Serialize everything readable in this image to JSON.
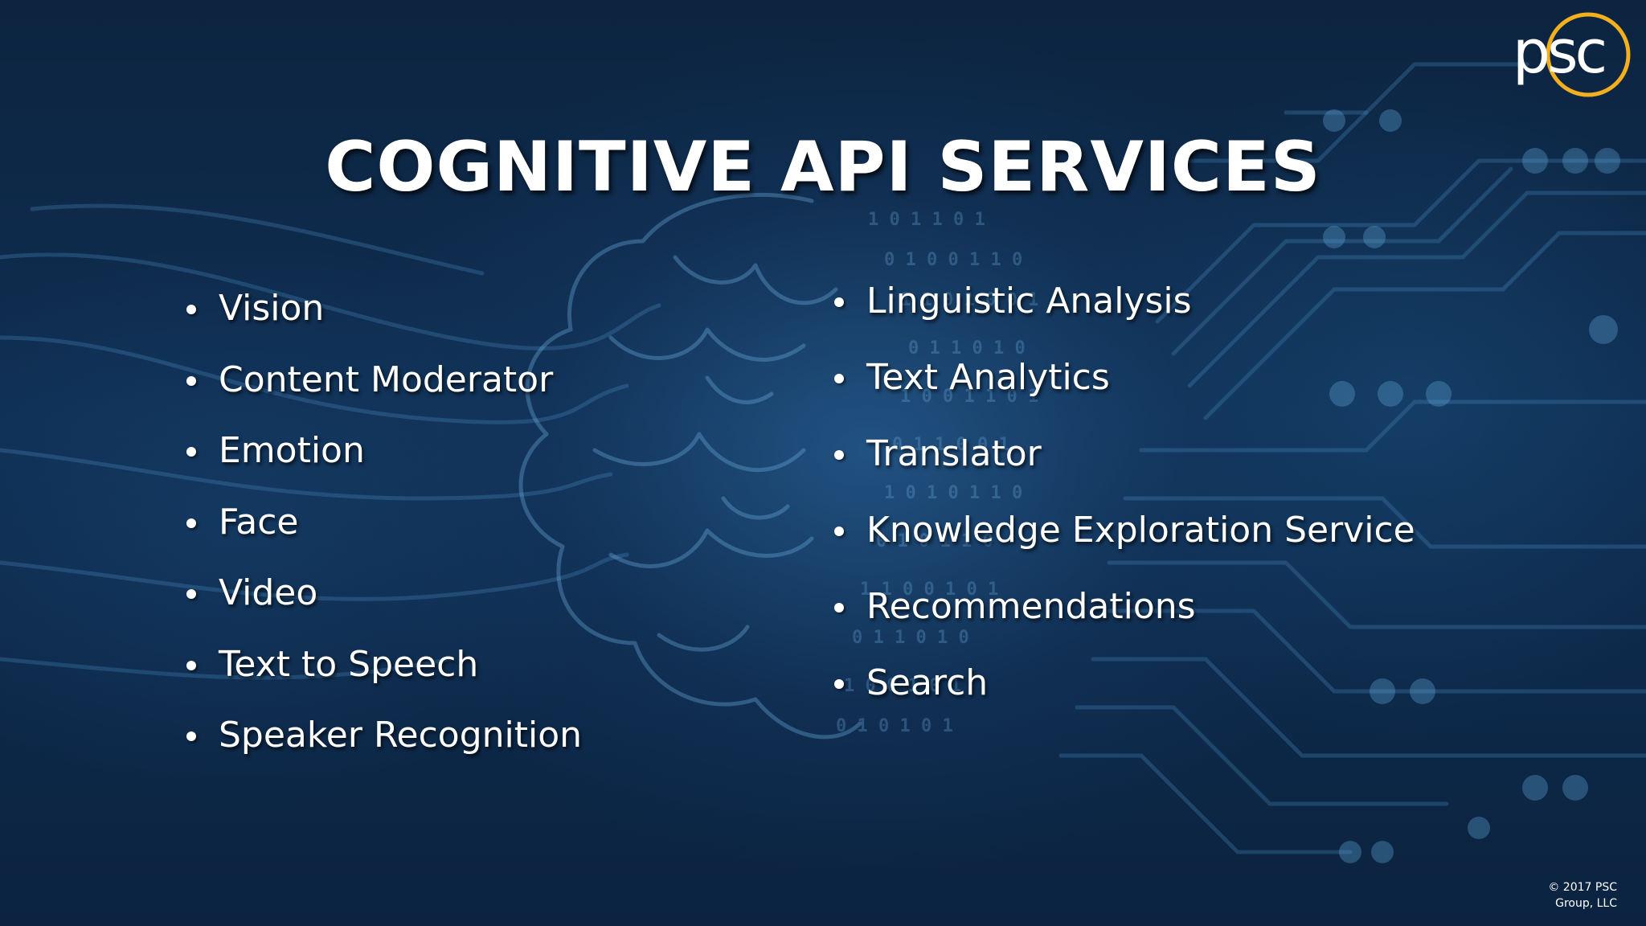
{
  "slide": {
    "title": "COGNITIVE API SERVICES",
    "left_items": [
      {
        "label": "Vision"
      },
      {
        "label": "Content Moderator"
      },
      {
        "label": "Emotion"
      },
      {
        "label": "Face"
      },
      {
        "label": "Video"
      },
      {
        "label": "Text to Speech"
      },
      {
        "label": "Speaker Recognition"
      }
    ],
    "right_items": [
      {
        "label": "Linguistic Analysis"
      },
      {
        "label": "Text Analytics"
      },
      {
        "label": "Translator"
      },
      {
        "label": "Knowledge Exploration Service"
      },
      {
        "label": "Recommendations"
      },
      {
        "label": "Search"
      }
    ],
    "logo": {
      "text": "psc",
      "ring_color": "#f2b01e",
      "icon": "psc-logo-icon"
    },
    "copyright": {
      "line1": "© 2017 PSC",
      "line2": "Group, LLC"
    },
    "background": {
      "base_color": "#0c2440",
      "glow_color": "#3a7ab6",
      "art": "brain-circuit-background-icon"
    }
  }
}
